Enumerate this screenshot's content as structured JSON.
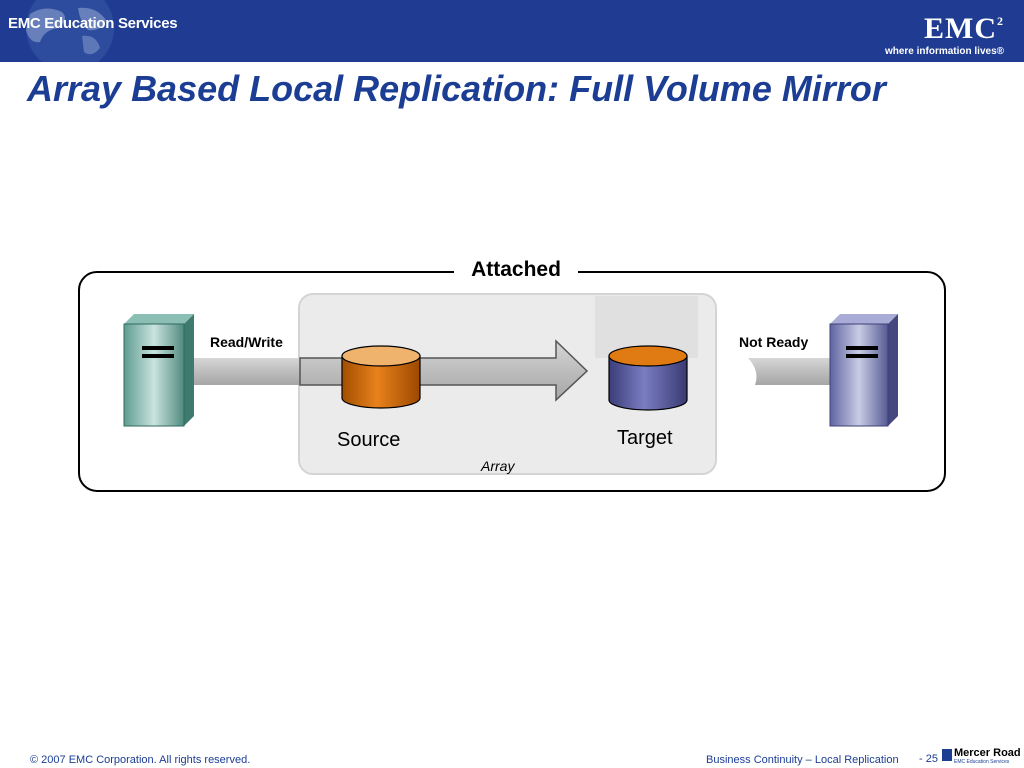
{
  "header": {
    "left_text": "EMC Education Services",
    "logo_text": "EMC",
    "logo_superscript": "2",
    "logo_tagline": "where information lives®",
    "bar_color": "#1f3c92"
  },
  "title": "Array Based Local Replication: Full Volume Mirror",
  "diagram": {
    "frame_label": "Attached",
    "left_host_label": "Read/Write",
    "right_host_label": "Not Ready",
    "source_label": "Source",
    "target_label": "Target",
    "array_label": "Array",
    "icons": [
      "host-server-icon",
      "source-volume-icon",
      "arrow-icon",
      "target-volume-icon",
      "host-server-icon"
    ]
  },
  "footer": {
    "copyright": "© 2007 EMC Corporation. All rights reserved.",
    "course": "Business Continuity – Local Replication",
    "page": "- 25",
    "brand": "Mercer Road",
    "brand_sub": "EMC Education Services"
  }
}
